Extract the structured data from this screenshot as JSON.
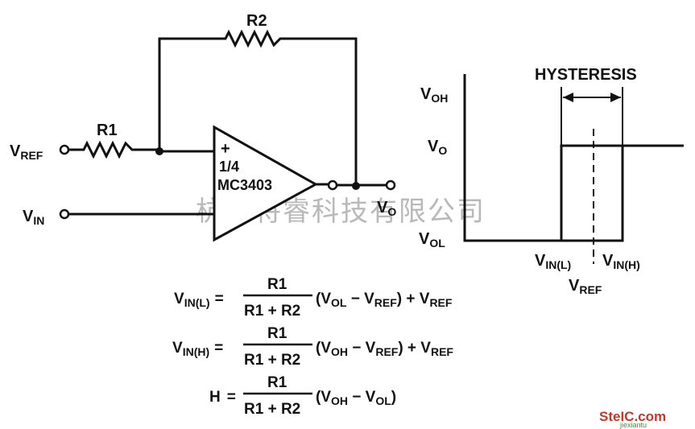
{
  "circuit": {
    "resistor_top": "R2",
    "resistor_left": "R1",
    "vref_terminal": {
      "main": "V",
      "sub": "REF"
    },
    "vin_terminal": {
      "main": "V",
      "sub": "IN"
    },
    "output_terminal": {
      "main": "V",
      "sub": "O"
    },
    "plus_sign": "+",
    "minus_sign": "−",
    "opamp_fraction": "1/4",
    "opamp_part": "MC3403"
  },
  "graph": {
    "title": "HYSTERESIS",
    "voh": {
      "main": "V",
      "sub": "OH"
    },
    "vo": {
      "main": "V",
      "sub": "O"
    },
    "vol": {
      "main": "V",
      "sub": "OL"
    },
    "vin_low": {
      "main": "V",
      "sub": "IN(L)"
    },
    "vin_high": {
      "main": "V",
      "sub": "IN(H)"
    },
    "vref": {
      "main": "V",
      "sub": "REF"
    }
  },
  "equations": {
    "eq1": {
      "lhs_main": "V",
      "lhs_sub": "IN(L)",
      "equals": "=",
      "numerator": "R1",
      "denominator": "R1 + R2",
      "open": "(V",
      "a_sub": "OL",
      "minus": " − V",
      "b_sub": "REF",
      "close": ") + V",
      "c_sub": "REF"
    },
    "eq2": {
      "lhs_main": "V",
      "lhs_sub": "IN(H)",
      "equals": "=",
      "numerator": "R1",
      "denominator": "R1 + R2",
      "open": "(V",
      "a_sub": "OH",
      "minus": " − V",
      "b_sub": "REF",
      "close": ") + V",
      "c_sub": "REF"
    },
    "eq3": {
      "lhs": "H",
      "equals": "=",
      "numerator": "R1",
      "denominator": "R1 + R2",
      "open": "(V",
      "a_sub": "OH",
      "minus": " − V",
      "b_sub": "OL",
      "close": ")"
    }
  },
  "watermark": "杭州将睿科技有限公司",
  "logo": {
    "text": "SteIC.com",
    "sub": "jiexiantu"
  }
}
